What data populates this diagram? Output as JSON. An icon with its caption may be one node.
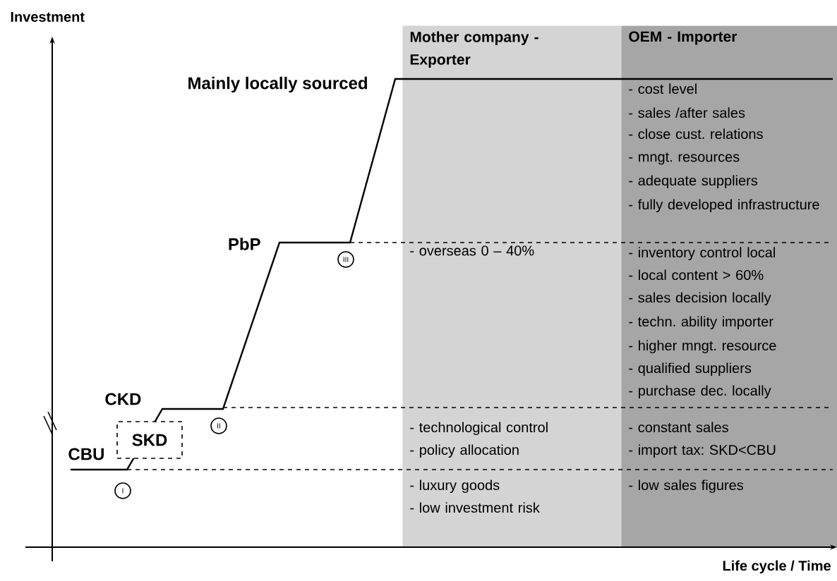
{
  "diagram": {
    "nodes": [
      {
        "text": [
          "Mother company - Exporter",
          "- overseas 0 – 40%",
          "- technological control",
          "- policy allocation",
          "- luxury goods",
          "- low investment risk"
        ]
      },
      {
        "text": [
          "OEM - Importer",
          "- cost level",
          "- sales /after sales",
          "- close cust. relations",
          "- mngt. resources",
          "- adequate suppliers",
          "- fully developed infrastructure",
          "- inventory control local",
          "- local content > 60%",
          "- sales decision locally",
          "- techn. ability importer",
          "- higher mngt.  resource",
          "- qualified suppliers",
          "- purchase dec. locally",
          "- constant sales",
          "- import tax: SKD<CBU",
          "- low sales figures"
        ]
      },
      {
        "text": [
          "SKD"
        ]
      },
      {
        "text": [
          "I"
        ]
      },
      {
        "text": [
          "II"
        ]
      },
      {
        "text": [
          "III"
        ]
      }
    ],
    "labels": [
      "Investment",
      "Mainly locally sourced",
      "PbP",
      "CKD",
      "CBU",
      "Life cycle / Time"
    ]
  }
}
